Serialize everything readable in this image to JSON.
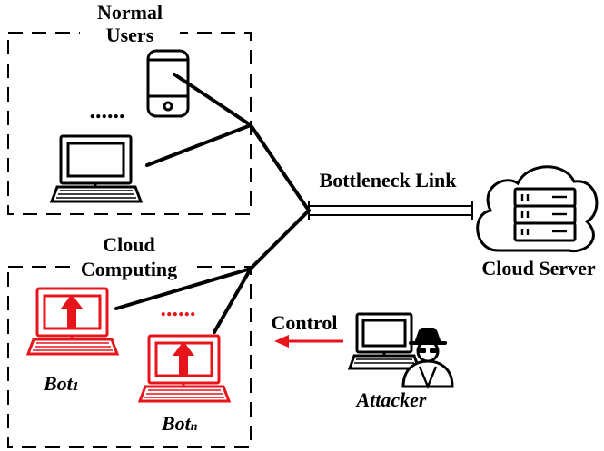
{
  "groups": {
    "normal_users": {
      "label_line1": "Normal",
      "label_line2": "Users"
    },
    "cloud_computing": {
      "label_line1": "Cloud",
      "label_line2": "Computing"
    }
  },
  "ellipsis_top": "......",
  "ellipsis_bots": "......",
  "link_label": "Bottleneck Link",
  "server_label": "Cloud Server",
  "control_label": "Control",
  "attacker_label": "Attacker",
  "bot_first": {
    "base": "Bot",
    "sub": "1"
  },
  "bot_last": {
    "base": "Bot",
    "sub": "n"
  },
  "colors": {
    "ink": "#000000",
    "bot": "#e8141b",
    "control_arrow": "#e8141b"
  },
  "icons": [
    "smartphone-icon",
    "desktop-computer-icon",
    "bot-computer-icon",
    "cloud-server-icon",
    "attacker-computer-icon",
    "spy-icon"
  ]
}
